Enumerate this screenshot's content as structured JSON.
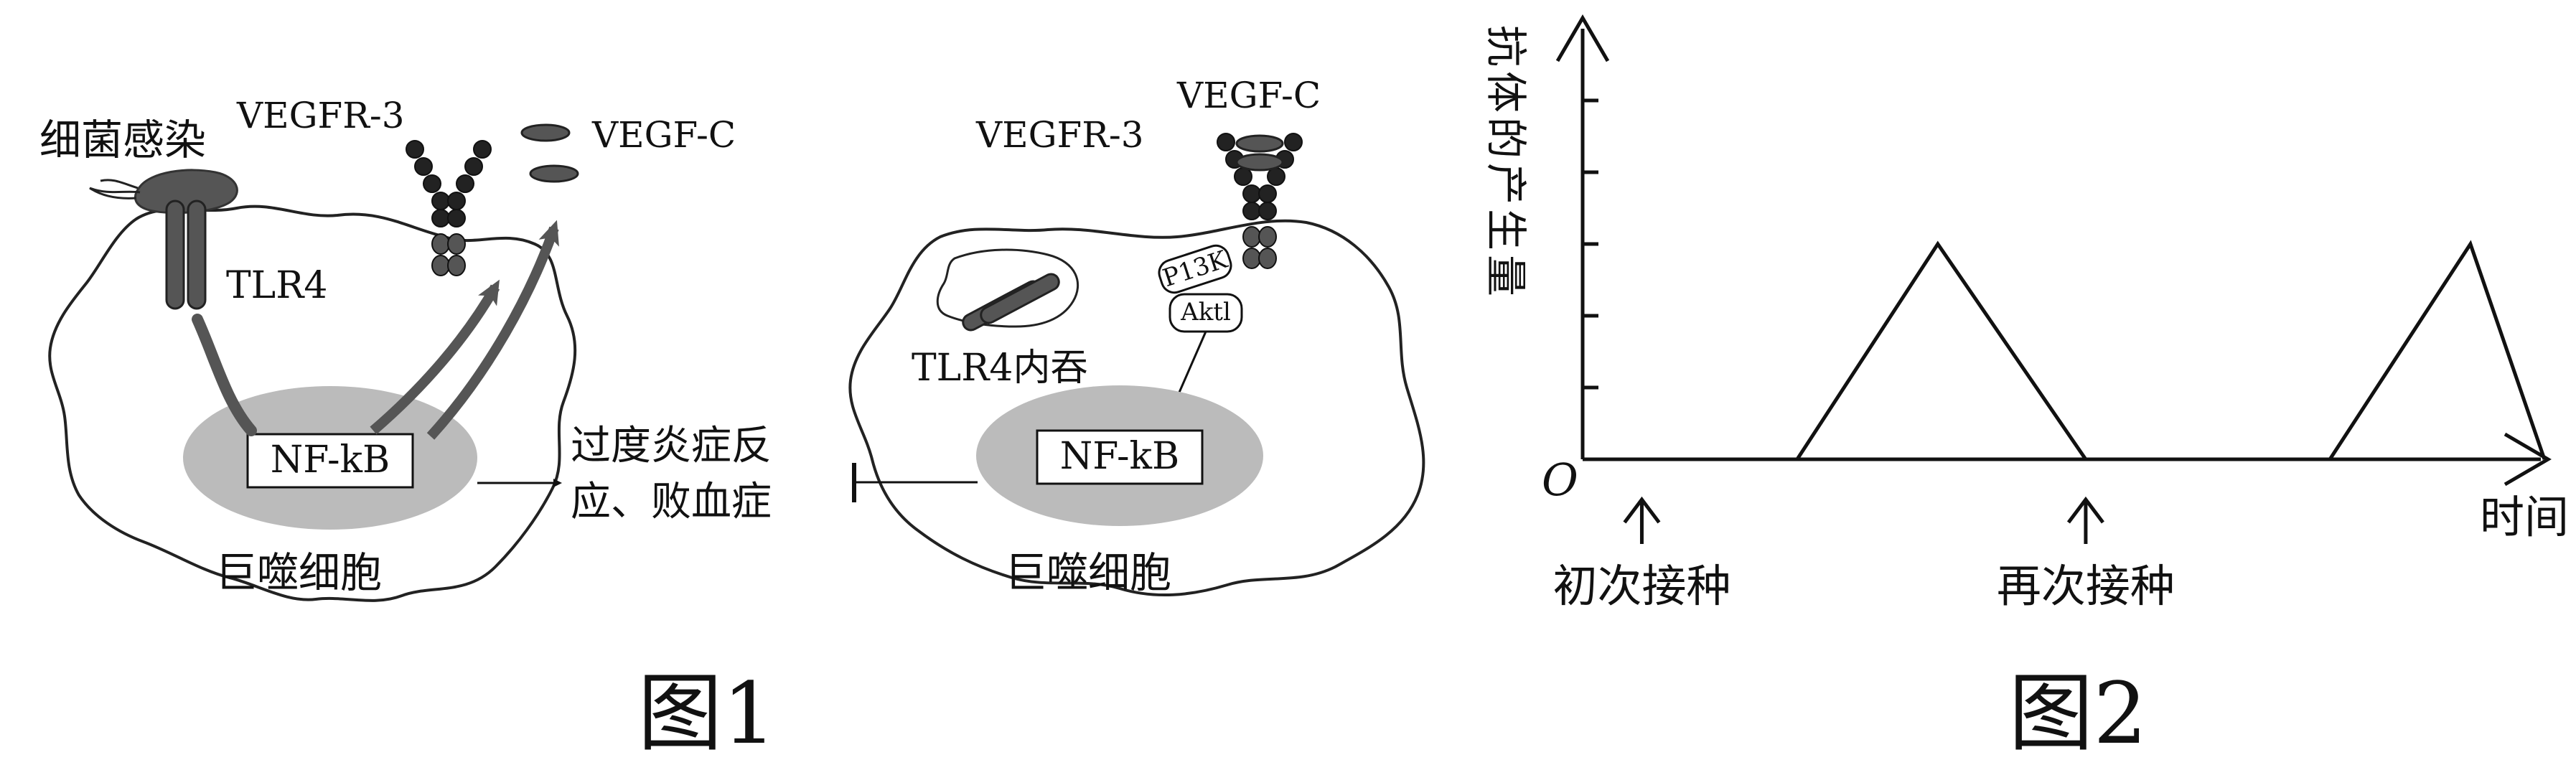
{
  "figure1": {
    "caption": "图1",
    "left_panel": {
      "bacteria_label": "细菌感染",
      "receptor_label": "VEGFR-3",
      "ligand_label": "VEGF-C",
      "tlr4_label": "TLR4",
      "nfkb_label": "NF-kB",
      "cell_label": "巨噬细胞",
      "outcome_line1": "过度炎症反",
      "outcome_line2": "应、败血症"
    },
    "right_panel": {
      "receptor_label": "VEGFR-3",
      "ligand_label": "VEGF-C",
      "pi3k_label": "P13K",
      "akt_label": "Aktl",
      "tlr4_internal_label": "TLR4内吞",
      "nfkb_label": "NF-kB",
      "cell_label": "巨噬细胞"
    }
  },
  "figure2": {
    "caption": "图2",
    "chart_data": {
      "type": "line",
      "title": "",
      "ylabel": "抗体的产生量",
      "xlabel": "时间",
      "origin_label": "O",
      "ylim": [
        0,
        6
      ],
      "xlim": [
        0,
        13
      ],
      "grid": false,
      "series": [
        {
          "x": [
            0,
            0.8,
            2.9,
            4.8,
            6.8,
            8.0,
            10.1,
            12.0,
            13.0
          ],
          "y": [
            0,
            0,
            0,
            3,
            0,
            0,
            0,
            3,
            0
          ]
        }
      ],
      "annotations": [
        {
          "text": "初次接种",
          "x": 0.8
        },
        {
          "text": "再次接种",
          "x": 6.8
        }
      ]
    }
  }
}
